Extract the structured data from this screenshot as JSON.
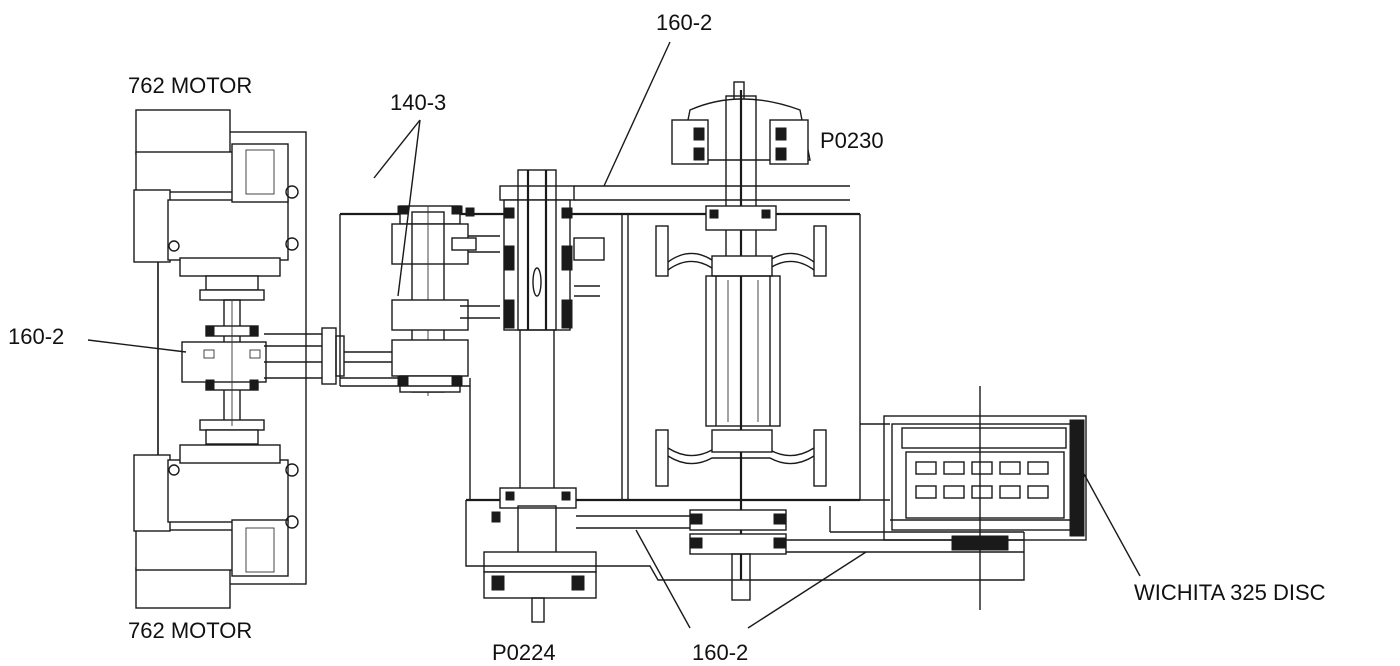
{
  "labels": {
    "motor_top": "762 MOTOR",
    "motor_bottom": "762 MOTOR",
    "coupling_140": "140-3",
    "chain_top": "160-2",
    "chain_left": "160-2",
    "chain_bottom": "160-2",
    "bearing_top": "P0230",
    "bearing_bottom": "P0224",
    "disc": "WICHITA 325 DISC"
  },
  "colors": {
    "line": "#1a1a1a",
    "background": "#ffffff"
  }
}
